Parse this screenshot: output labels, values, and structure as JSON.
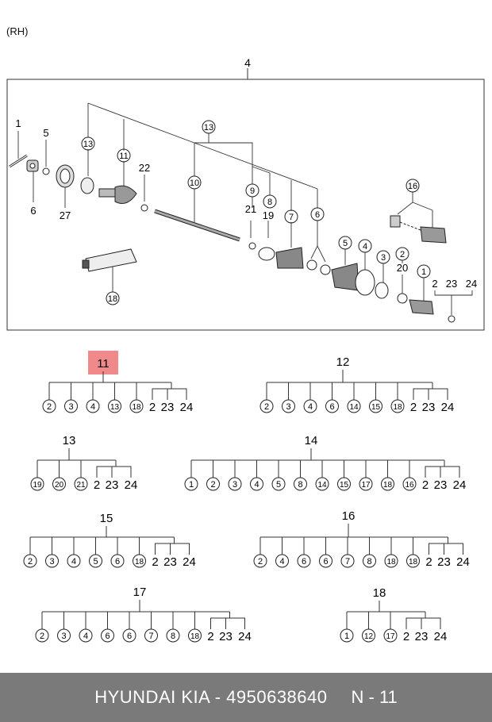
{
  "side_label": "(RH)",
  "assembly_label": "4",
  "exploded_labels": {
    "p1": "1",
    "p5": "5",
    "p6": "6",
    "p27": "27",
    "p13": "13",
    "p11": "11",
    "p22": "22",
    "p10": "10",
    "p13b": "13",
    "p9": "9",
    "p8": "8",
    "p21": "21",
    "p19": "19",
    "p7": "7",
    "p6b": "6",
    "p16": "16",
    "p5b": "5",
    "p4": "4",
    "p3": "3",
    "p2": "2",
    "p20": "20",
    "p1b": "1",
    "p18": "18",
    "p2b": "2",
    "p23": "23",
    "p24": "24"
  },
  "kits": [
    {
      "label": "11",
      "highlight": true,
      "items": [
        "2",
        "3",
        "4",
        "13",
        "18"
      ],
      "tail": [
        "2",
        "23",
        "24"
      ]
    },
    {
      "label": "12",
      "highlight": false,
      "items": [
        "2",
        "3",
        "4",
        "6",
        "14",
        "15",
        "18"
      ],
      "tail": [
        "2",
        "23",
        "24"
      ]
    },
    {
      "label": "13",
      "highlight": false,
      "items": [
        "19",
        "20",
        "21"
      ],
      "tail": [
        "2",
        "23",
        "24"
      ]
    },
    {
      "label": "14",
      "highlight": false,
      "items": [
        "1",
        "2",
        "3",
        "4",
        "5",
        "8",
        "14",
        "15",
        "17",
        "18",
        "16"
      ],
      "tail": [
        "2",
        "23",
        "24"
      ]
    },
    {
      "label": "15",
      "highlight": false,
      "items": [
        "2",
        "3",
        "4",
        "5",
        "6",
        "18"
      ],
      "tail": [
        "2",
        "23",
        "24"
      ]
    },
    {
      "label": "16",
      "highlight": false,
      "items": [
        "2",
        "4",
        "6",
        "6",
        "7",
        "8",
        "18",
        "18"
      ],
      "tail": [
        "2",
        "23",
        "24"
      ]
    },
    {
      "label": "17",
      "highlight": false,
      "items": [
        "2",
        "3",
        "4",
        "6",
        "6",
        "7",
        "8",
        "18"
      ],
      "tail": [
        "2",
        "23",
        "24"
      ]
    },
    {
      "label": "18",
      "highlight": false,
      "items": [
        "1",
        "12",
        "17"
      ],
      "tail": [
        "2",
        "23",
        "24"
      ]
    }
  ],
  "footer": {
    "text": "HYUNDAI  KIA - 4950638640",
    "ref": "N - 11"
  },
  "colors": {
    "highlight": "#f08a8a",
    "footer_bg": "#7a7a7a"
  }
}
